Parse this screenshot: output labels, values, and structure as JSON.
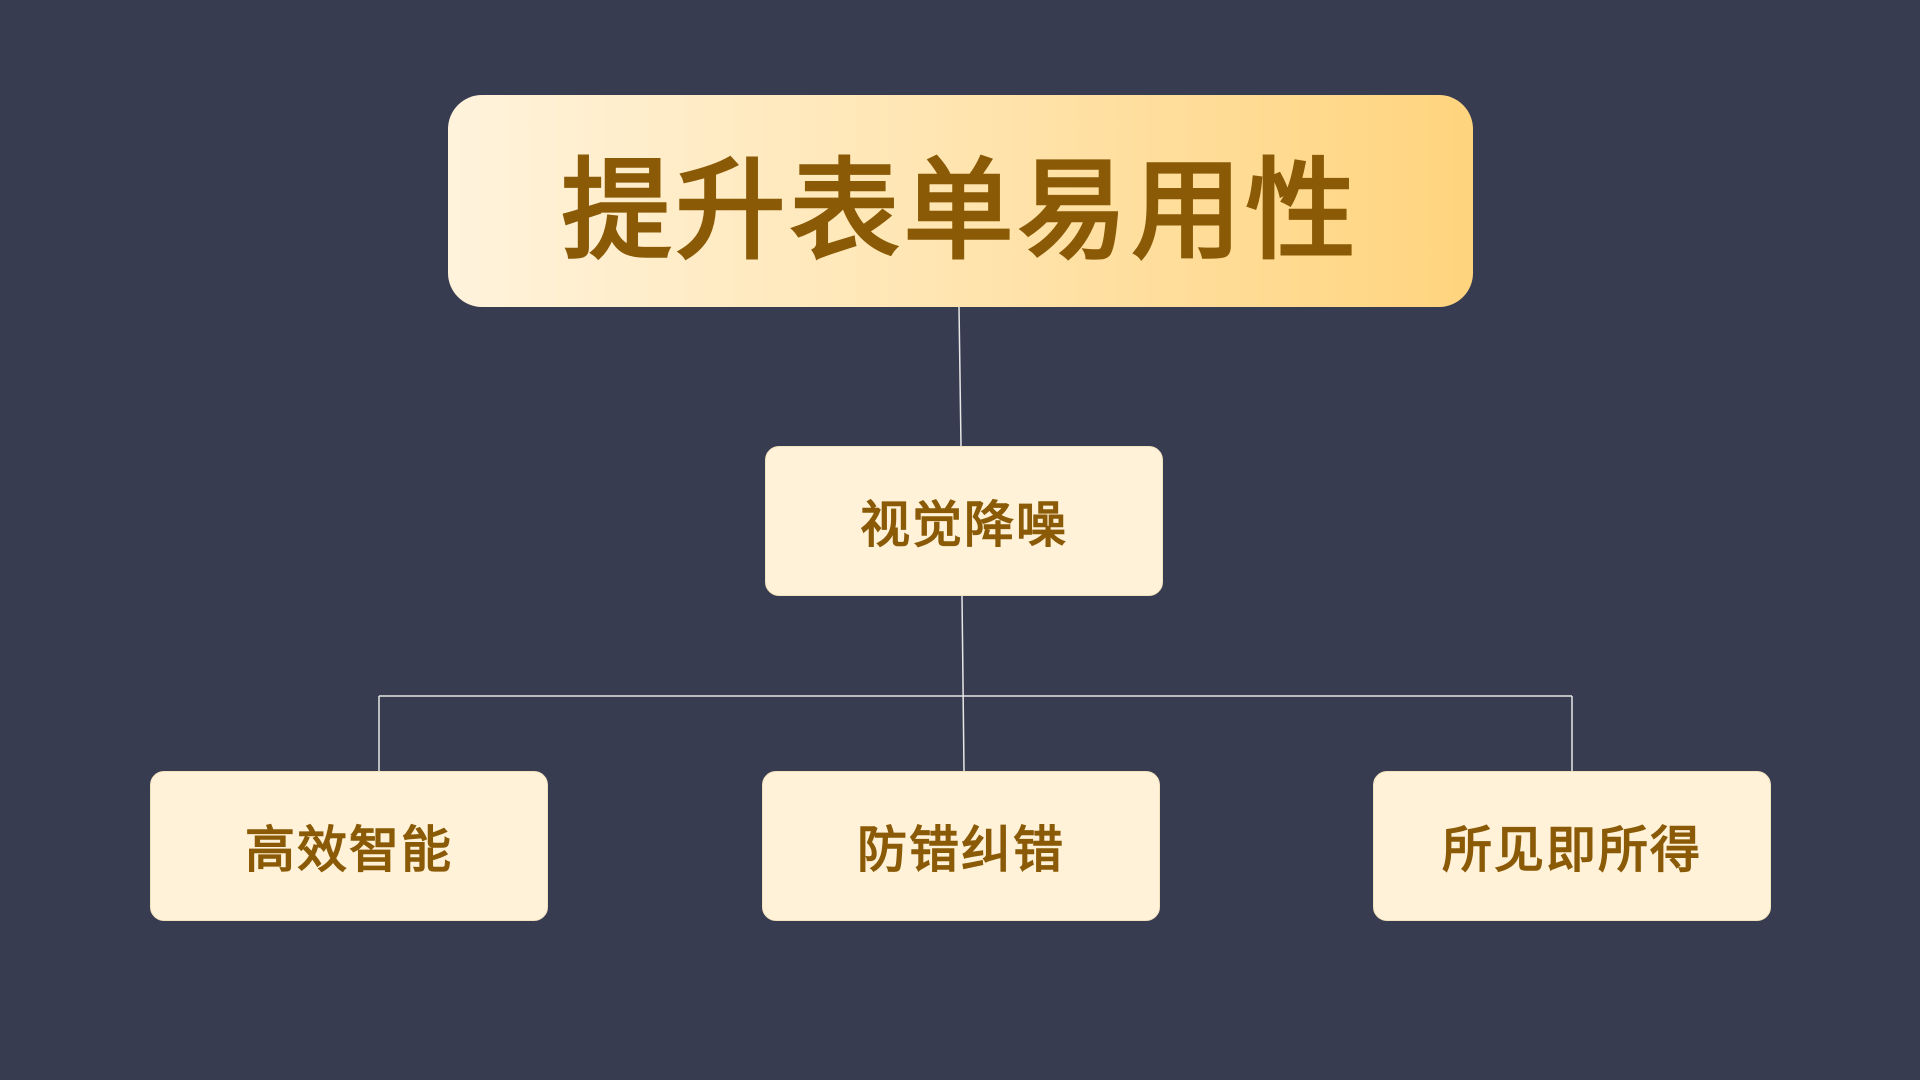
{
  "diagram": {
    "root": {
      "label": "提升表单易用性"
    },
    "middle": {
      "label": "视觉降噪"
    },
    "leaves": [
      {
        "label": "高效智能"
      },
      {
        "label": "防错纠错"
      },
      {
        "label": "所见即所得"
      }
    ],
    "colors": {
      "background": "#383c50",
      "node_text": "#8a5a06",
      "node_fill": "#fff2d8",
      "root_gradient_start": "#fff3dc",
      "root_gradient_end": "#ffd47e",
      "connector": "#e6e6e6"
    }
  }
}
